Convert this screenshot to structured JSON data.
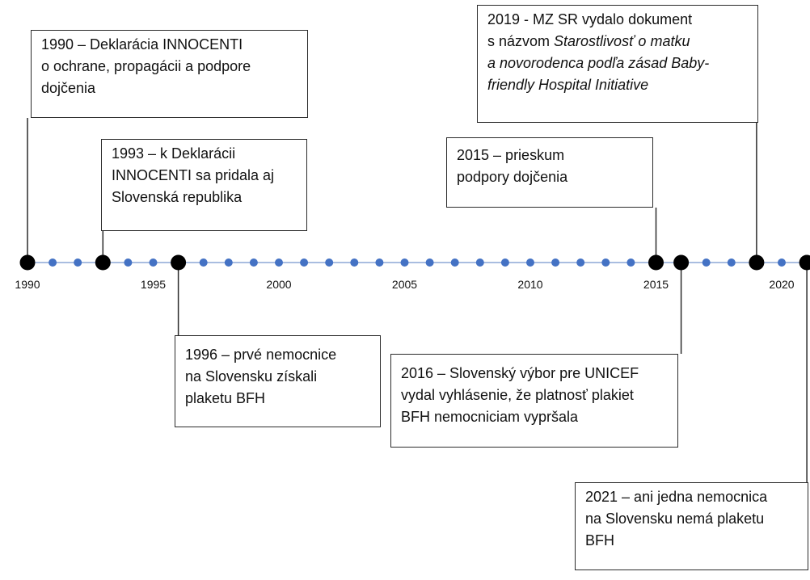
{
  "axis": {
    "tick_labels": [
      "1990",
      "1995",
      "2000",
      "2005",
      "2010",
      "2015",
      "2020"
    ],
    "line_color": "#a9bde0",
    "minor_dot_color": "#4472c4",
    "event_dot_color": "#000000"
  },
  "events": [
    {
      "year": 1990,
      "lines": [
        "1990 – Deklarácia INNOCENTI",
        "o ochrane, propagácii a podpore",
        "dojčenia"
      ]
    },
    {
      "year": 1993,
      "lines": [
        "1993 – k Deklarácii",
        "INNOCENTI sa pridala aj",
        "Slovenská republika"
      ]
    },
    {
      "year": 1996,
      "lines": [
        "1996 – prvé nemocnice",
        "na Slovensku získali",
        "plaketu BFH"
      ]
    },
    {
      "year": 2015,
      "lines": [
        "2015 – prieskum",
        "podpory dojčenia"
      ]
    },
    {
      "year": 2016,
      "lines": [
        "2016 – Slovenský výbor pre UNICEF",
        "vydal vyhlásenie, že platnosť plakiet",
        "BFH nemocniciam vypršala"
      ]
    },
    {
      "year": 2019,
      "line1": "2019 - MZ SR vydalo dokument",
      "line2_prefix": "s názvom ",
      "line2_italic": "Starostlivosť o matku",
      "line3_italic": "a novorodenca podľa zásad Baby-",
      "line4_italic": "friendly Hospital Initiative"
    },
    {
      "year": 2021,
      "lines": [
        "2021 – ani jedna nemocnica",
        "na Slovensku nemá plaketu",
        "BFH"
      ]
    }
  ]
}
